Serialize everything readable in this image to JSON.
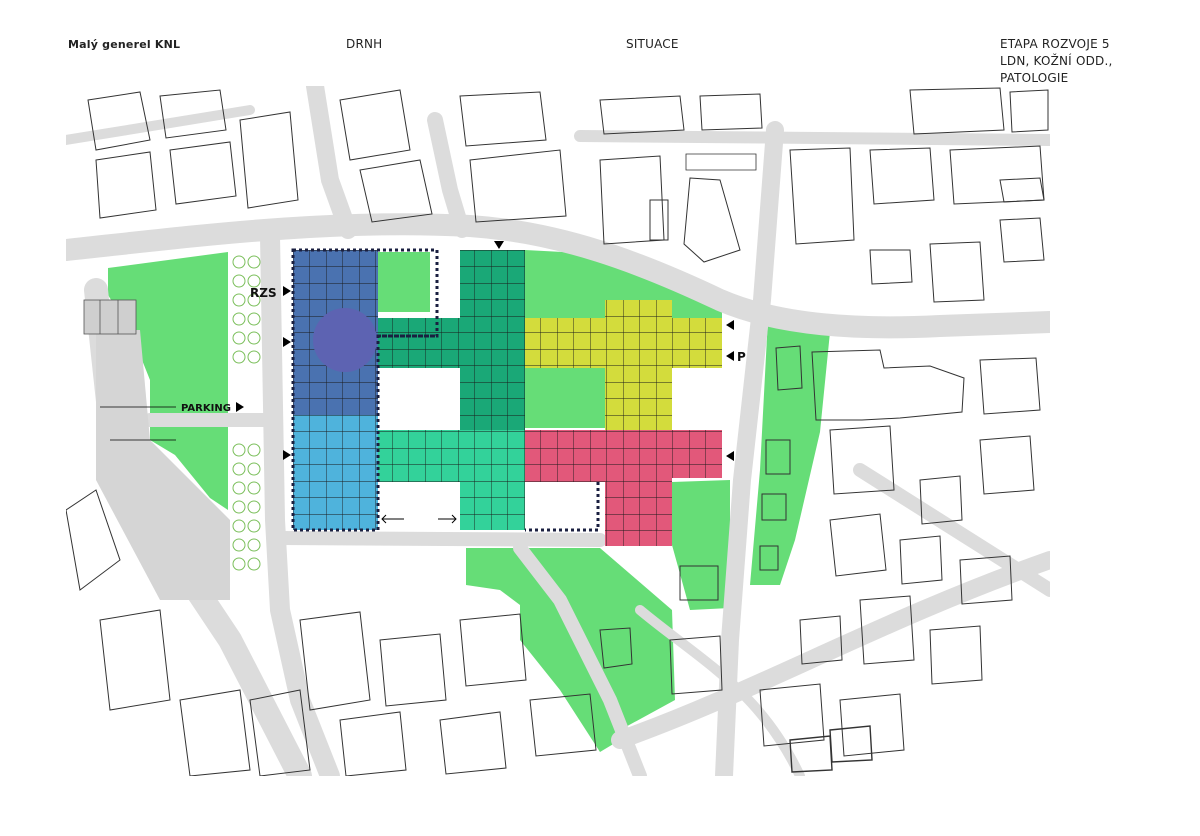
{
  "header": {
    "project": "Malý generel KNL",
    "col2": "DRNH",
    "col3": "SITUACE",
    "stage_line1": "ETAPA ROZVOJE 5",
    "stage_line2": "LDN, KOŽNÍ ODD.,",
    "stage_line3": "PATOLOGIE"
  },
  "map": {
    "labels": {
      "rzs": "RZS",
      "parking": "PARKING",
      "p": "P"
    },
    "zones": [
      {
        "name": "dark-blue",
        "color": "#4a72b0"
      },
      {
        "name": "light-blue",
        "color": "#4fb3dc"
      },
      {
        "name": "dark-green",
        "color": "#1aa877"
      },
      {
        "name": "mint-green",
        "color": "#33d29a"
      },
      {
        "name": "yellow",
        "color": "#d3dc3c"
      },
      {
        "name": "pink",
        "color": "#e2587a"
      },
      {
        "name": "purple-circle",
        "color": "#5d63b2"
      }
    ],
    "colors": {
      "greenery": "#66dd77",
      "road": "#dcdcdc",
      "building_stroke": "#333333",
      "tree_circle": "#7bbf5b"
    }
  }
}
